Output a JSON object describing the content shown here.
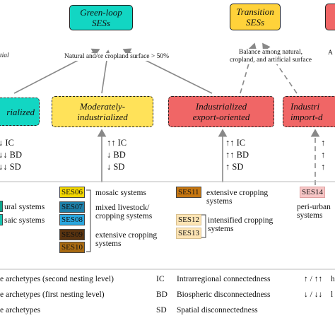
{
  "top": {
    "green_loop": "Green-loop SESs",
    "green_loop_line1": "Green-loop",
    "green_loop_line2": "SESs",
    "transition_line1": "Transition",
    "transition_line2": "SESs",
    "green_condition": "Natural and/or cropland surface > 50%",
    "transition_condition_line1": "Balance among natural,",
    "transition_condition_line2": "cropland, and artificial surface",
    "left_cut": "tial",
    "right_cut": "A"
  },
  "mid": {
    "left_cut": "rialized",
    "moderately_line1": "Moderately-",
    "moderately_line2": "industrialized",
    "export_line1": "Industrialized",
    "export_line2": "export-oriented",
    "import_line1": "Industri",
    "import_line2": "import-d"
  },
  "indicators": {
    "left": [
      "↓ IC",
      "↓↓ BD",
      "↓↓ SD"
    ],
    "moderately": [
      "↑↑ IC",
      "↓ BD",
      "↓ SD"
    ],
    "export": [
      "↑↑ IC",
      "↑↑ BD",
      "↑ SD"
    ],
    "import": [
      "↑",
      "↑",
      "↑"
    ]
  },
  "ses": {
    "ses06": "SES06",
    "ses07": "SES07",
    "ses08": "SES08",
    "ses09": "SES09",
    "ses10": "SES10",
    "ses11": "SES11",
    "ses12": "SES12",
    "ses13": "SES13",
    "ses14": "SES14",
    "mosaic": "mosaic systems",
    "mixed_line1": "mixed livestock/",
    "mixed_line2": "cropping systems",
    "extensive_mod_line1": "extensive cropping",
    "extensive_mod_line2": "systems",
    "extensive_exp_line1": "extensive cropping",
    "extensive_exp_line2": "systems",
    "intensified_line1": "intensified cropping",
    "intensified_line2": "systems",
    "peri_line1": "peri-urban",
    "peri_line2": "systems",
    "left_cut1": "ural systems",
    "left_cut2": "saic systems"
  },
  "colors": {
    "green_loop": "#12d6c3",
    "transition": "#ffd23a",
    "moderately": "#ffe259",
    "export": "#f06666",
    "ses06": "#f2d600",
    "ses07": "#1e7fa8",
    "ses08": "#2aa7e0",
    "ses09": "#5a3410",
    "ses10": "#a86a12",
    "ses11": "#c67712",
    "ses12": "#fde4b4",
    "ses13": "#fde4b4",
    "ses14": "#f7c6c6"
  },
  "legend": {
    "second_level": "e archetypes (second nesting level)",
    "first_level": "e archetypes (first nesting level)",
    "archetypes": "e archetypes",
    "ic_abbr": "IC",
    "ic_text": "Intrarregional connectedness",
    "bd_abbr": "BD",
    "bd_text": "Biospheric disconnectedness",
    "sd_abbr": "SD",
    "sd_text": "Spatial disconnectedness",
    "up_arrows": "↑ / ↑↑",
    "up_cut": "h",
    "down_arrows": "↓ / ↓↓",
    "down_cut": "l"
  }
}
